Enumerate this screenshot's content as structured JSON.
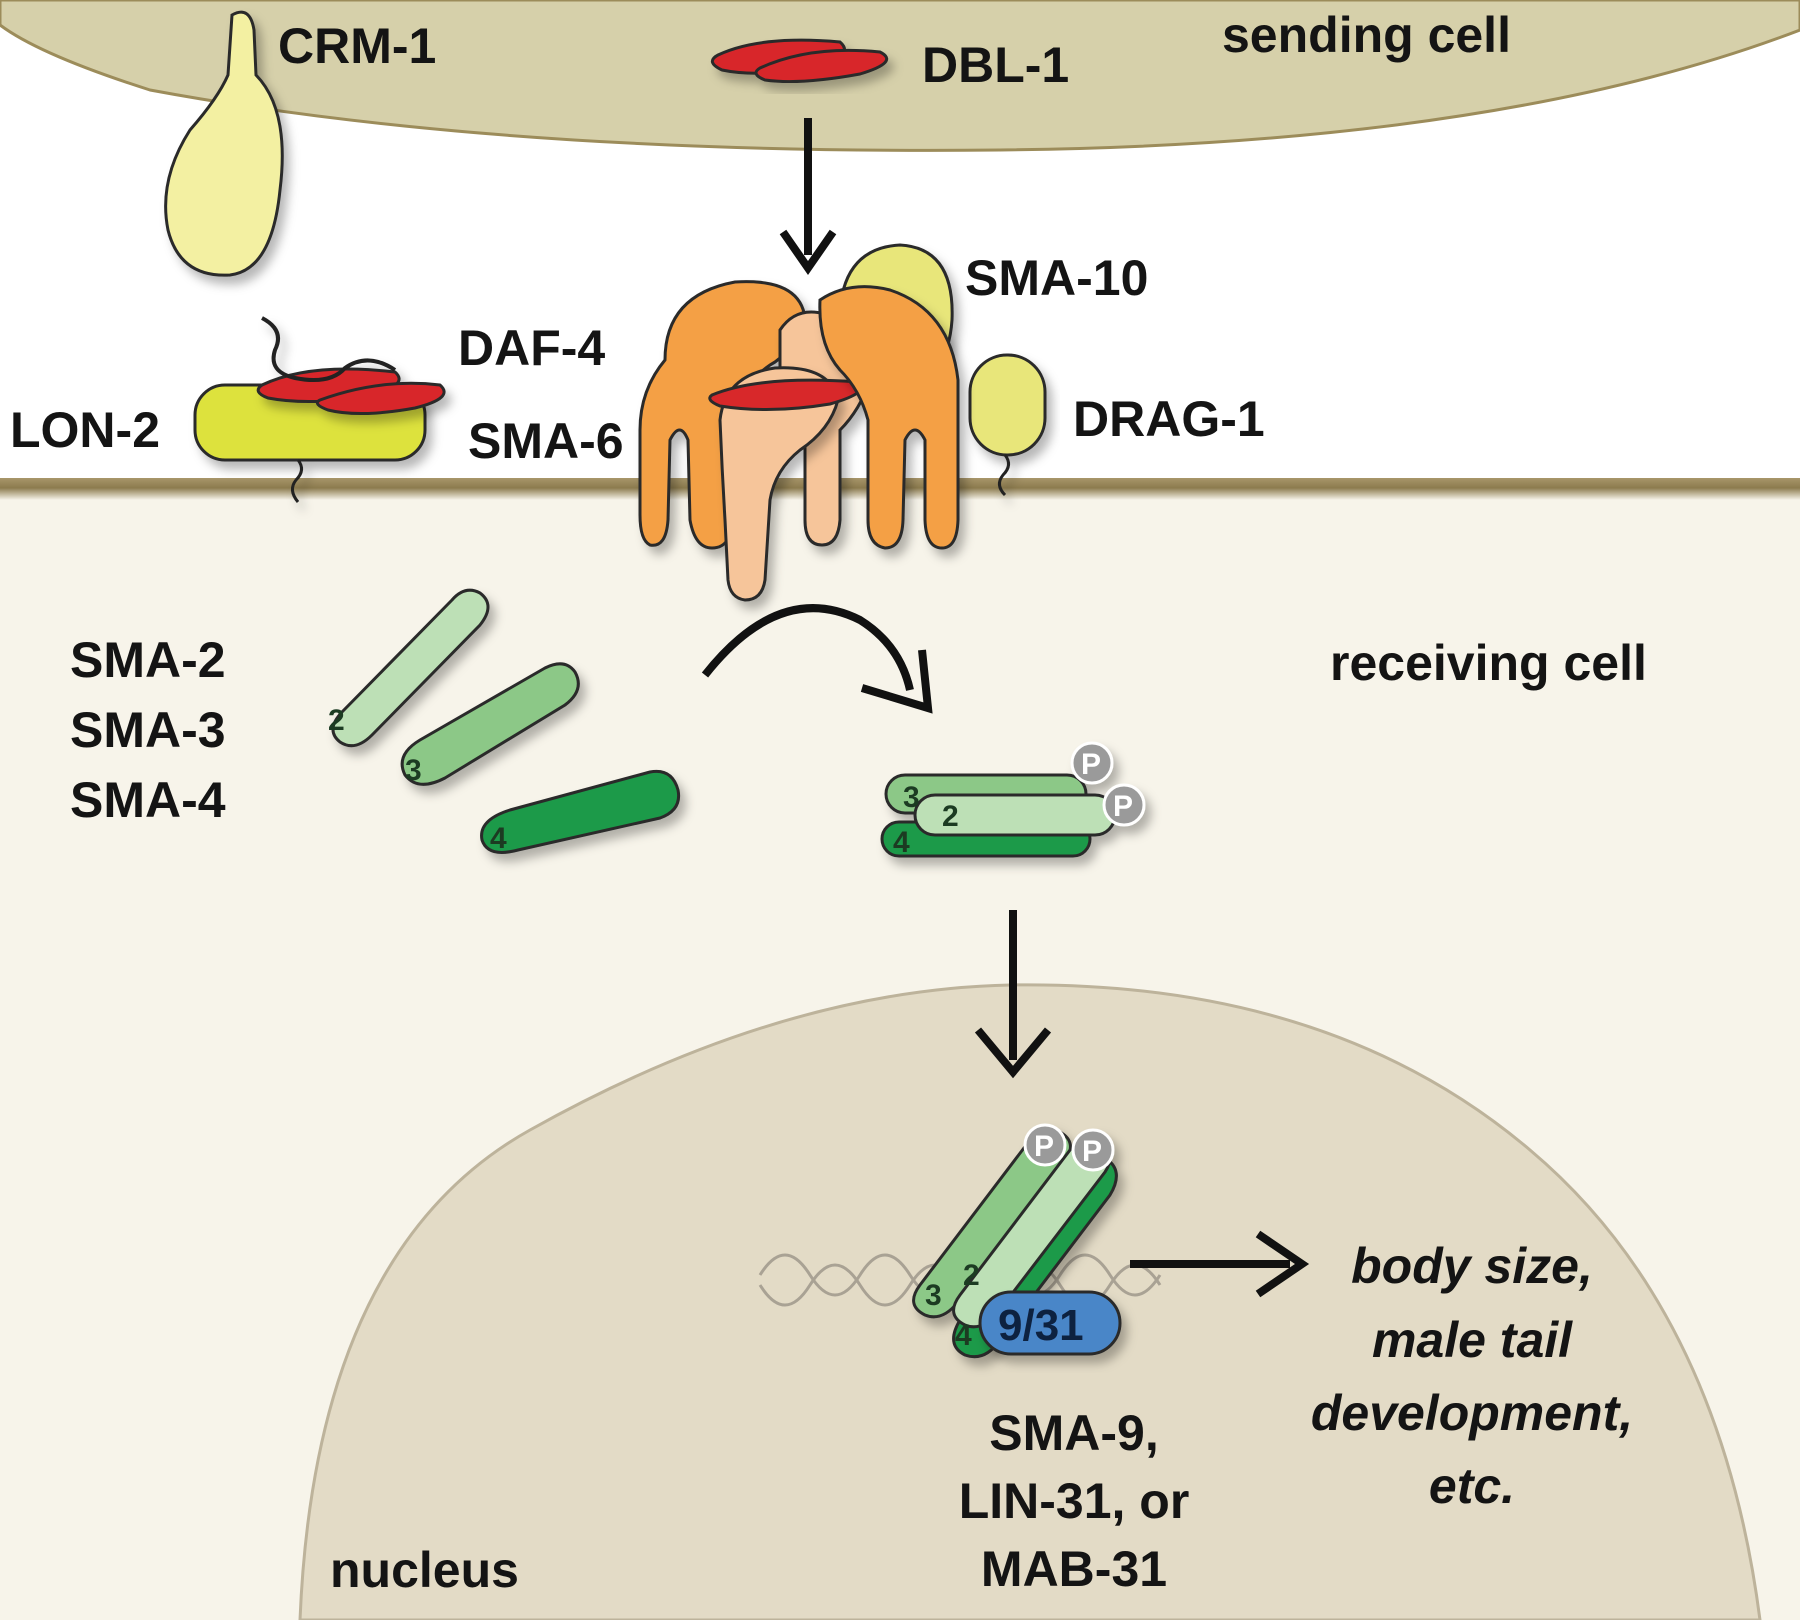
{
  "cells": {
    "sending": "sending cell",
    "receiving": "receiving cell",
    "nucleus": "nucleus"
  },
  "ligands": {
    "crm1": "CRM-1",
    "dbl1": "DBL-1"
  },
  "receptor_complex": {
    "sma10": "SMA-10",
    "daf4": "DAF-4",
    "sma6": "SMA-6",
    "drag1": "DRAG-1"
  },
  "coreceptor": {
    "lon2": "LON-2"
  },
  "smads": {
    "sma2": "SMA-2",
    "sma3": "SMA-3",
    "sma4": "SMA-4",
    "num2": "2",
    "num3": "3",
    "num4": "4",
    "phospho": "P"
  },
  "transcription": {
    "cofactor_badge": "9/31",
    "cofactor_line1": "SMA-9,",
    "cofactor_line2": "LIN-31, or",
    "cofactor_line3": "MAB-31"
  },
  "outcome": {
    "line1": "body size,",
    "line2": "male tail",
    "line3": "development,",
    "line4": "etc."
  },
  "colors": {
    "sending_cell": "#d6d0aa",
    "receiving_cell": "#f7f4ea",
    "membrane": "#9c8c5a",
    "nucleus": "#e3dbc6",
    "ligand_red": "#d8282a",
    "pale_yellow": "#f3f0a2",
    "lime_yellow": "#dde23c",
    "orange": "#f4a044",
    "peach": "#f6c59a",
    "smad2": "#bde0b6",
    "smad3": "#8cc887",
    "smad4": "#1f9a48",
    "phospho_gray": "#9a9a9a",
    "cofactor_blue": "#4a86c8"
  }
}
